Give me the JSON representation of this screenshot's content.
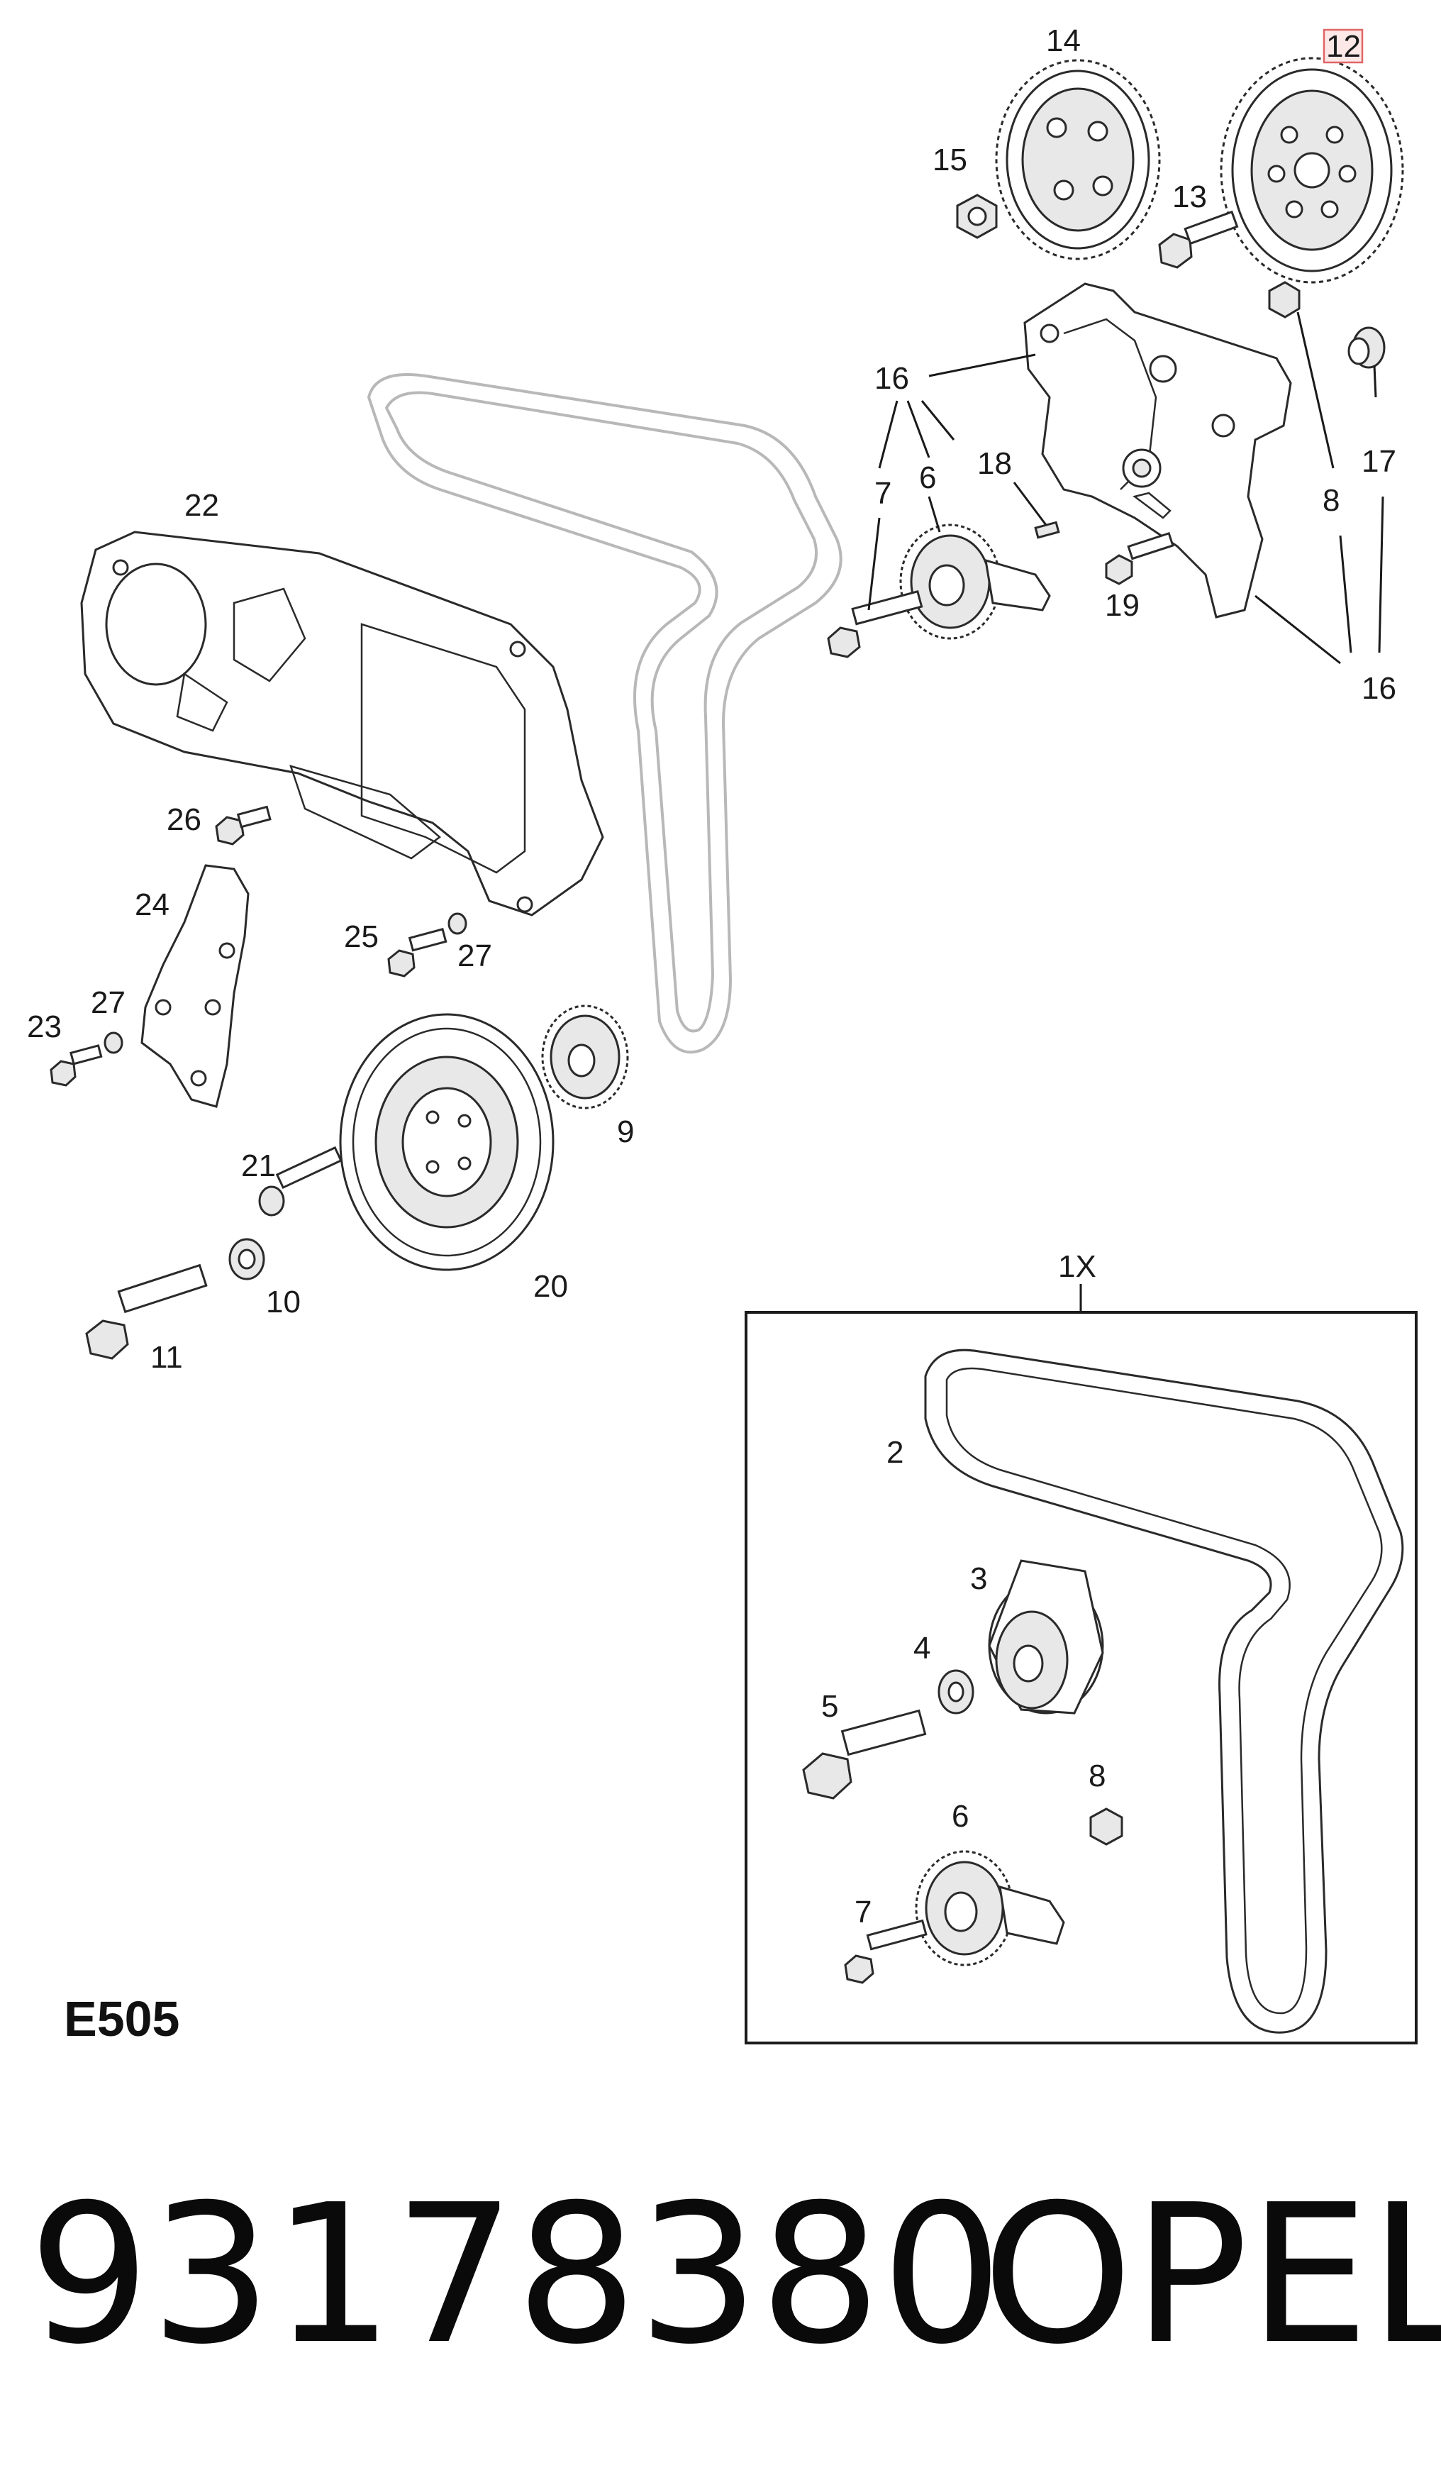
{
  "diagram_code": "E505",
  "part_number": "93178380",
  "brand": "OPEL",
  "kit_label": "1X",
  "callouts": {
    "c1": "14",
    "c2": "12",
    "c3": "15",
    "c4": "13",
    "c5": "16",
    "c6": "7",
    "c7": "6",
    "c8": "18",
    "c9": "17",
    "c10": "8",
    "c11": "19",
    "c12": "16",
    "c13": "22",
    "c14": "26",
    "c15": "24",
    "c16": "25",
    "c17": "27",
    "c18": "27",
    "c19": "23",
    "c20": "9",
    "c21": "21",
    "c22": "10",
    "c23": "11",
    "c24": "20",
    "c25": "2",
    "c26": "3",
    "c27": "4",
    "c28": "5",
    "c29": "8",
    "c30": "6",
    "c31": "7"
  },
  "colors": {
    "line": "#2a2a2a",
    "ghost_belt": "#b8b8b8",
    "highlight_box": "#e06666"
  }
}
